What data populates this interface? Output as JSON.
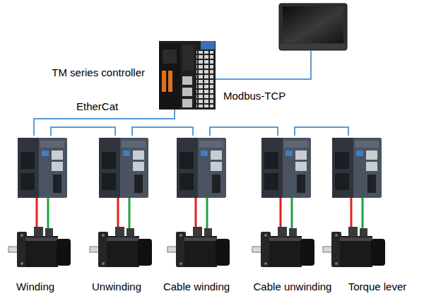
{
  "diagram": {
    "nodes": [
      {
        "text": [
          "TM series controller"
        ]
      },
      {
        "text": [
          "Winding"
        ]
      },
      {
        "text": [
          "Unwinding"
        ]
      },
      {
        "text": [
          "Cable winding"
        ]
      },
      {
        "text": [
          "Cable unwinding"
        ]
      },
      {
        "text": [
          "Torque lever"
        ]
      }
    ],
    "edges": [
      {
        "from": 0,
        "to": 1,
        "arrow": "none",
        "label": "EtherCat"
      },
      {
        "from": 1,
        "to": 2,
        "arrow": "none"
      },
      {
        "from": 2,
        "to": 3,
        "arrow": "none"
      },
      {
        "from": 3,
        "to": 4,
        "arrow": "none"
      },
      {
        "from": 4,
        "to": 5,
        "arrow": "none"
      }
    ],
    "labels": [
      "Modbus-TCP"
    ]
  }
}
